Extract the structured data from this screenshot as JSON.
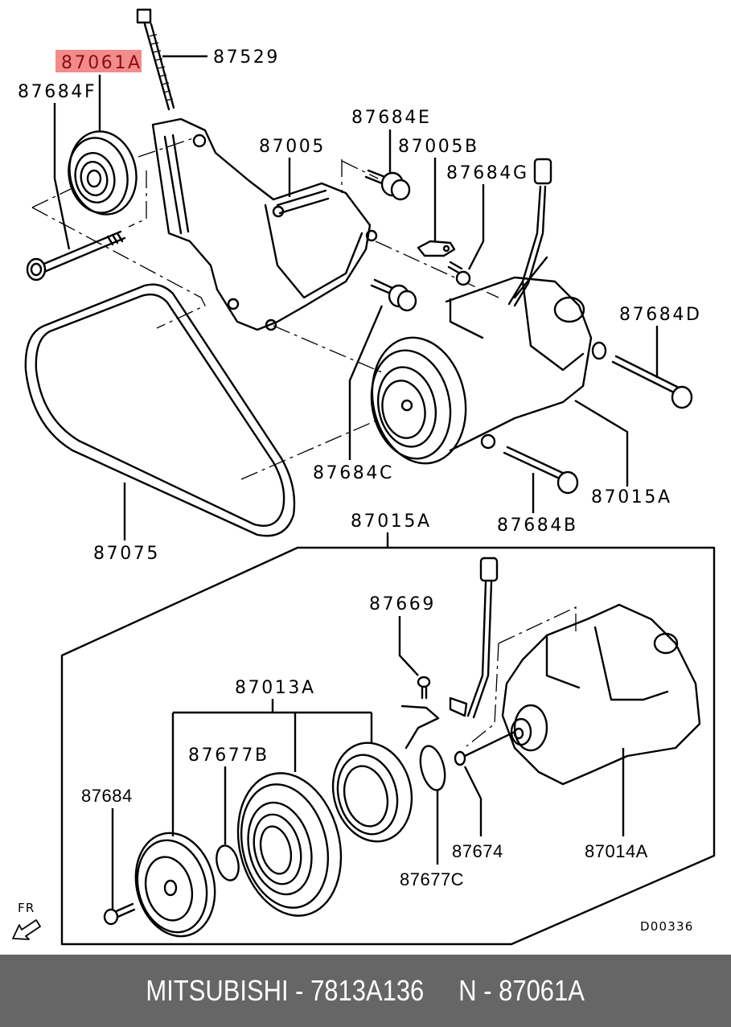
{
  "diagram": {
    "drawing_code": "D00336",
    "orientation_label": "FR",
    "highlight_color": "#f28c8c",
    "highlight_text_color": "#8b0d0d",
    "callouts": {
      "highlighted": "87061A",
      "bolt_top": "87529",
      "pulley_bolt": "87684F",
      "bracket": "87005",
      "bolt_e": "87684E",
      "bracket_b": "87005B",
      "bolt_g": "87684G",
      "bolt_d": "87684D",
      "bolt_c": "87684C",
      "compressor_top": "87015A",
      "bolt_b": "87684B",
      "belt": "87075",
      "compressor_assy": "87015A",
      "bolt_69": "87669",
      "clutch_assy": "87013A",
      "ring_b": "87677B",
      "bolt_84": "87684",
      "washer": "87674",
      "ring_c": "87677C",
      "compressor_body": "87014A"
    }
  },
  "footer": {
    "text": "MITSUBISHI - 7813A136     N - 87061A",
    "background": "#666666",
    "text_color": "#ffffff"
  }
}
